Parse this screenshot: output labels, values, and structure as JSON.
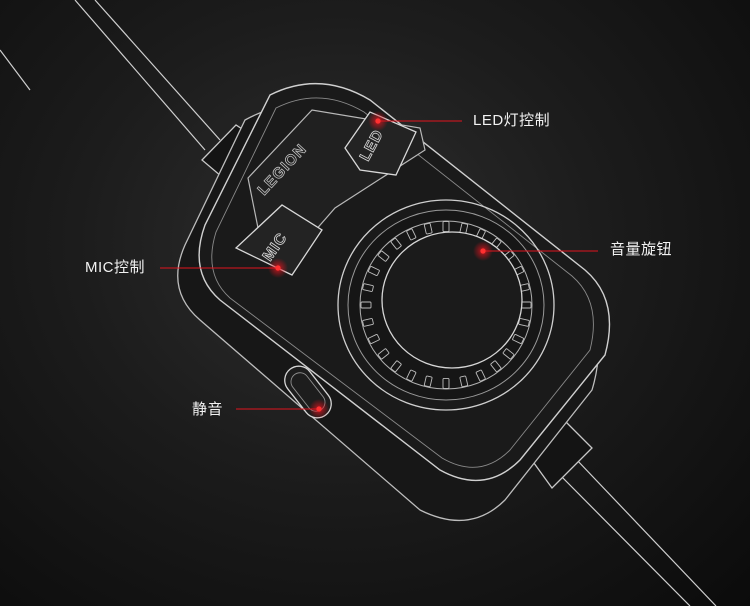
{
  "device": {
    "brand_label": "LEGION",
    "mic_button_label": "MIC",
    "led_button_label": "LED"
  },
  "callouts": {
    "led": "LED灯控制",
    "volume": "音量旋钮",
    "mic": "MIC控制",
    "mute": "静音"
  },
  "colors": {
    "background": "#1a1a1a",
    "outline": "#c8c8c8",
    "accent": "#e0141e"
  }
}
